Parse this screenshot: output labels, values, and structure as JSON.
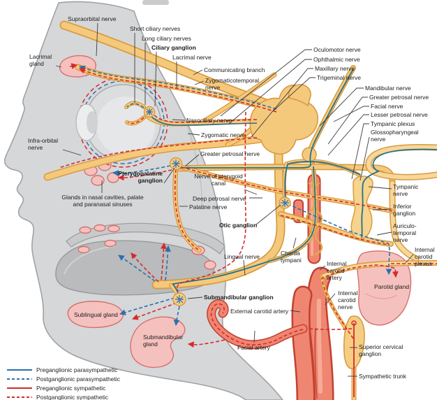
{
  "labels": {
    "supraorbital_nerve": "Supraorbital nerve",
    "short_ciliary_nerves": "Short ciliary nerves",
    "long_ciliary_nerves": "Long ciliary nerves",
    "ciliary_ganglion": "Ciliary ganglion",
    "lacrimal_nerve": "Lacrimal nerve",
    "lacrimal_gland": "Lacrimal gland",
    "communicating_branch": "Communicating branch",
    "zygomaticotemporal_nerve": "Zygomaticotemporal nerve",
    "nasociliary_nerve": "Nasociliary nerve",
    "infraorbital_nerve": "Infra-orbital nerve",
    "zygomatic_nerve": "Zygomatic nerve",
    "greater_petrosal_nerve_center": "Greater petrosal nerve",
    "pterygopalatine_ganglion": "Pterygopalatine ganglion",
    "nerve_of_pterygoid_canal": "Nerve of pterygoid canal",
    "deep_petrosal_nerve": "Deep petrosal nerve",
    "palatine_nerve": "Palatine nerve",
    "otic_ganglion": "Otic ganglion",
    "glands_nasal": "Glands in nasal cavities, palate and paranasal sinuses",
    "lingual_nerve": "Lingual nerve",
    "chorda_tympani": "Chorda tympani",
    "submandibular_ganglion": "Submandibular ganglion",
    "external_carotid_artery": "External carotid artery",
    "sublingual_gland": "Sublingual gland",
    "submandibular_gland": "Submandibular gland",
    "facial_artery": "Facial artery",
    "oculomotor_nerve": "Oculomotor nerve",
    "ophthalmic_nerve": "Ophthalmic nerve",
    "maxillary_nerve": "Maxillary nerve",
    "trigeminal_nerve": "Trigeminal nerve",
    "mandibular_nerve": "Mandibular nerve",
    "greater_petrosal_nerve_right": "Greater petrosal nerve",
    "facial_nerve": "Facial nerve",
    "lesser_petrosal_nerve": "Lesser petrosal nerve",
    "tympanic_plexus": "Tympanic plexus",
    "glossopharyngeal_nerve": "Glossopharyngeal nerve",
    "tympanic_nerve": "Tympanic nerve",
    "inferior_ganglion": "Inferior ganglion",
    "auriculotemporal_nerve": "Auriculo-temporal nerve",
    "internal_carotid_plexus": "Internal carotid plexus",
    "internal_carotid_artery": "Internal carotid artery",
    "internal_carotid_nerve": "Internal carotid nerve",
    "parotid_gland": "Parotid gland",
    "superior_cervical_ganglion": "Superior cervical ganglion",
    "sympathetic_trunk": "Sympathetic trunk"
  },
  "legend": {
    "items": [
      {
        "label": "Preganglionic parasympathetic",
        "color": "#2d6fae",
        "line_style": "solid"
      },
      {
        "label": "Postganglionic parasympathetic",
        "color": "#2d6fae",
        "line_style": "dashed"
      },
      {
        "label": "Preganglionic sympathetic",
        "color": "#d42a2c",
        "line_style": "solid"
      },
      {
        "label": "Postganglionic sympathetic",
        "color": "#d42a2c",
        "line_style": "dashed"
      }
    ]
  },
  "colors": {
    "nerve_yellow": "#f5c97c",
    "nerve_outline": "#d89a3f",
    "parasympathetic_preganglionic": "#25718a",
    "parasympathetic_postganglionic": "#2d6fae",
    "sympathetic_red": "#d42a2c",
    "artery_fill": "#ee8672",
    "artery_outline": "#c3402e",
    "gland_pink": "#f5c1be",
    "gland_outline": "#d4706d",
    "head_gray": "#d6d7d9",
    "tongue_gray": "#b9bbbd"
  }
}
